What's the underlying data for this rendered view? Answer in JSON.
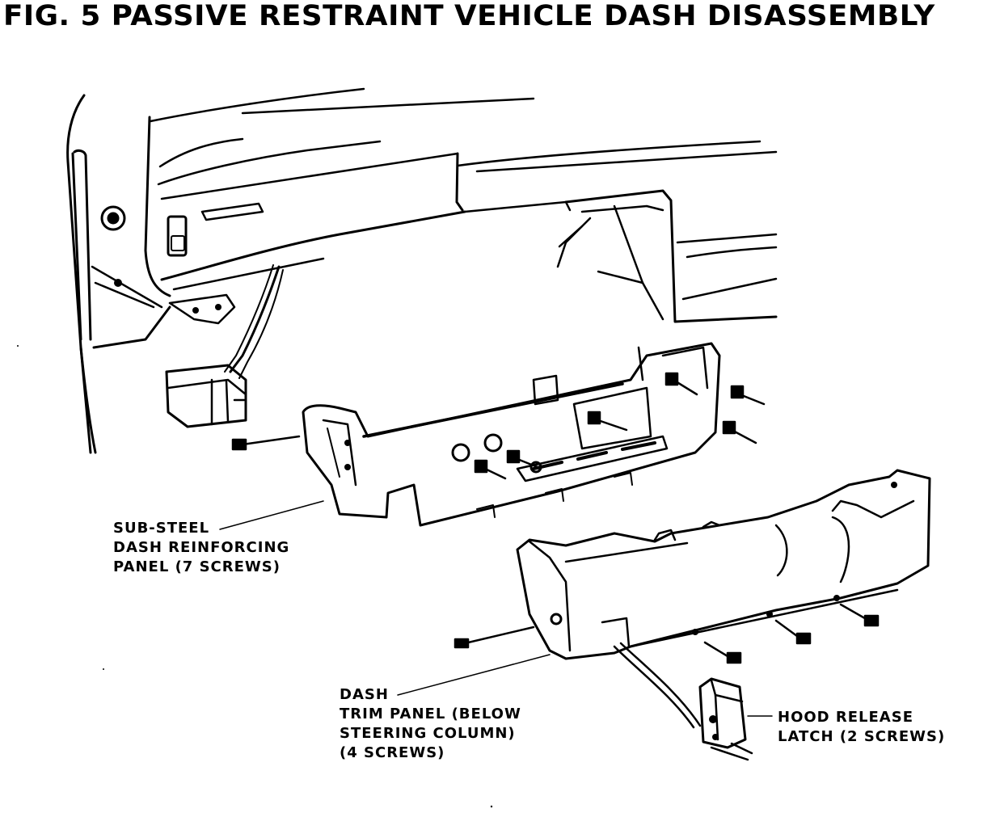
{
  "title": "FIG. 5 PASSIVE RESTRAINT VEHICLE DASH DISASSEMBLY",
  "callouts": {
    "reinforcing_panel": {
      "lines": [
        "SUB-STEEL",
        "DASH REINFORCING",
        "PANEL (7 SCREWS)"
      ]
    },
    "trim_panel": {
      "lines": [
        "DASH",
        "TRIM PANEL (BELOW",
        "STEERING COLUMN)",
        "(4 SCREWS)"
      ]
    },
    "hood_release": {
      "lines": [
        "HOOD RELEASE",
        "LATCH (2 SCREWS)"
      ]
    }
  },
  "colors": {
    "ink": "#000000",
    "paper": "#ffffff"
  }
}
